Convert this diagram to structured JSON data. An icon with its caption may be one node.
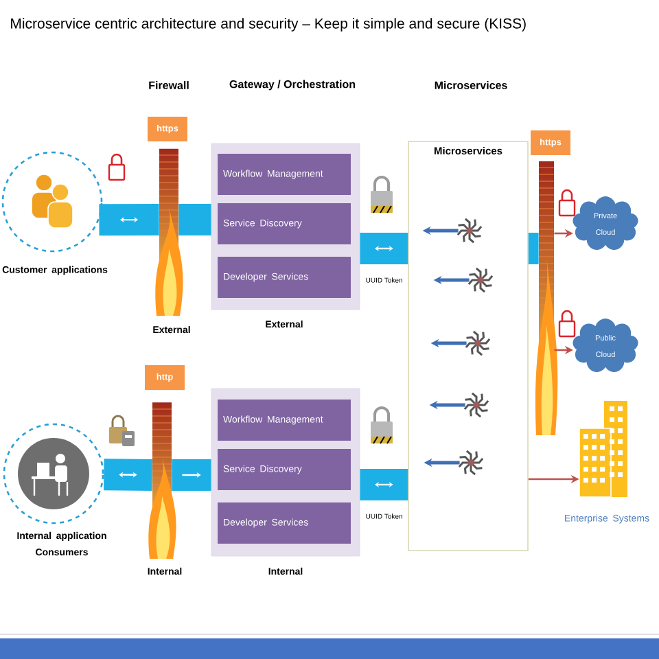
{
  "diagram": {
    "title": "Microservice centric architecture and security – Keep it simple and secure (KISS)",
    "nodes": [
      {
        "text": [],
        "shape": "circle",
        "beside": [
          "Customer applications"
        ]
      },
      {
        "text": [
          "https"
        ]
      },
      {
        "text": [],
        "shape": "bar",
        "beside": [
          "External"
        ]
      },
      {
        "text": [],
        "shape": "box",
        "beside": [
          "External"
        ]
      },
      {
        "text": [
          "Workflow  Management"
        ],
        "in": 3
      },
      {
        "text": [
          "Service Discovery"
        ],
        "in": 3
      },
      {
        "text": [
          "Developer Services"
        ],
        "in": 3
      },
      {
        "text": [
          "Microservices"
        ]
      },
      {
        "text": [],
        "shape": "picture",
        "in": 7
      },
      {
        "text": [],
        "shape": "picture",
        "in": 7
      },
      {
        "text": [],
        "shape": "picture",
        "in": 7
      },
      {
        "text": [],
        "shape": "picture",
        "in": 7
      },
      {
        "text": [],
        "shape": "picture",
        "in": 7
      },
      {
        "text": [
          "https"
        ]
      },
      {
        "text": [],
        "shape": "bar"
      },
      {
        "text": [
          "Private Cloud"
        ]
      },
      {
        "text": [
          "Public Cloud"
        ]
      },
      {
        "text": [],
        "shape": "circle",
        "beside": [
          "Internal application Consumers"
        ]
      },
      {
        "text": [
          "http"
        ]
      },
      {
        "text": [],
        "shape": "bar",
        "beside": [
          "Internal"
        ]
      },
      {
        "text": [],
        "shape": "box",
        "beside": [
          "Internal"
        ]
      },
      {
        "text": [
          "Workflow Management"
        ],
        "in": 20
      },
      {
        "text": [
          "Service Discovery"
        ],
        "in": 20
      },
      {
        "text": [
          "Developer Services"
        ],
        "in": 20
      },
      {
        "text": [],
        "shape": "picture",
        "beside": [
          "Enterprise Systems"
        ]
      }
    ],
    "edges": [
      {
        "from": 0,
        "to": 2,
        "arrow": "both",
        "style": "thick"
      },
      {
        "from": 2,
        "to": 3,
        "arrow": "none",
        "style": "thick"
      },
      {
        "from": 3,
        "to": 7,
        "arrow": "both",
        "style": "thick",
        "label": "UUID Token"
      },
      {
        "from": 17,
        "to": 19,
        "arrow": "both",
        "style": "thick"
      },
      {
        "from": 19,
        "to": 20,
        "arrow": "to",
        "style": "thick"
      },
      {
        "from": 20,
        "to": 7,
        "arrow": "both",
        "style": "thick",
        "label": "UUID Token"
      },
      {
        "from": 7,
        "to": 14,
        "arrow": "none",
        "style": "thick"
      },
      {
        "from": 14,
        "to": 15,
        "arrow": "to",
        "color": "#c0504d"
      },
      {
        "from": 14,
        "to": 16,
        "arrow": "to",
        "color": "#c0504d"
      },
      {
        "from": 8,
        "to": null,
        "arrow": "to",
        "color": "#3f6fb5"
      },
      {
        "from": 9,
        "to": null,
        "arrow": "to",
        "color": "#3f6fb5"
      },
      {
        "from": 10,
        "to": null,
        "arrow": "to",
        "color": "#3f6fb5"
      },
      {
        "from": 11,
        "to": null,
        "arrow": "to",
        "color": "#3f6fb5"
      },
      {
        "from": 12,
        "to": null,
        "arrow": "to",
        "color": "#3f6fb5"
      },
      {
        "from": 7,
        "to": 24,
        "arrow": "to",
        "color": "#c0504d"
      }
    ],
    "labels": [
      "Firewall",
      "Gateway / Orchestration",
      "Microservices"
    ]
  }
}
